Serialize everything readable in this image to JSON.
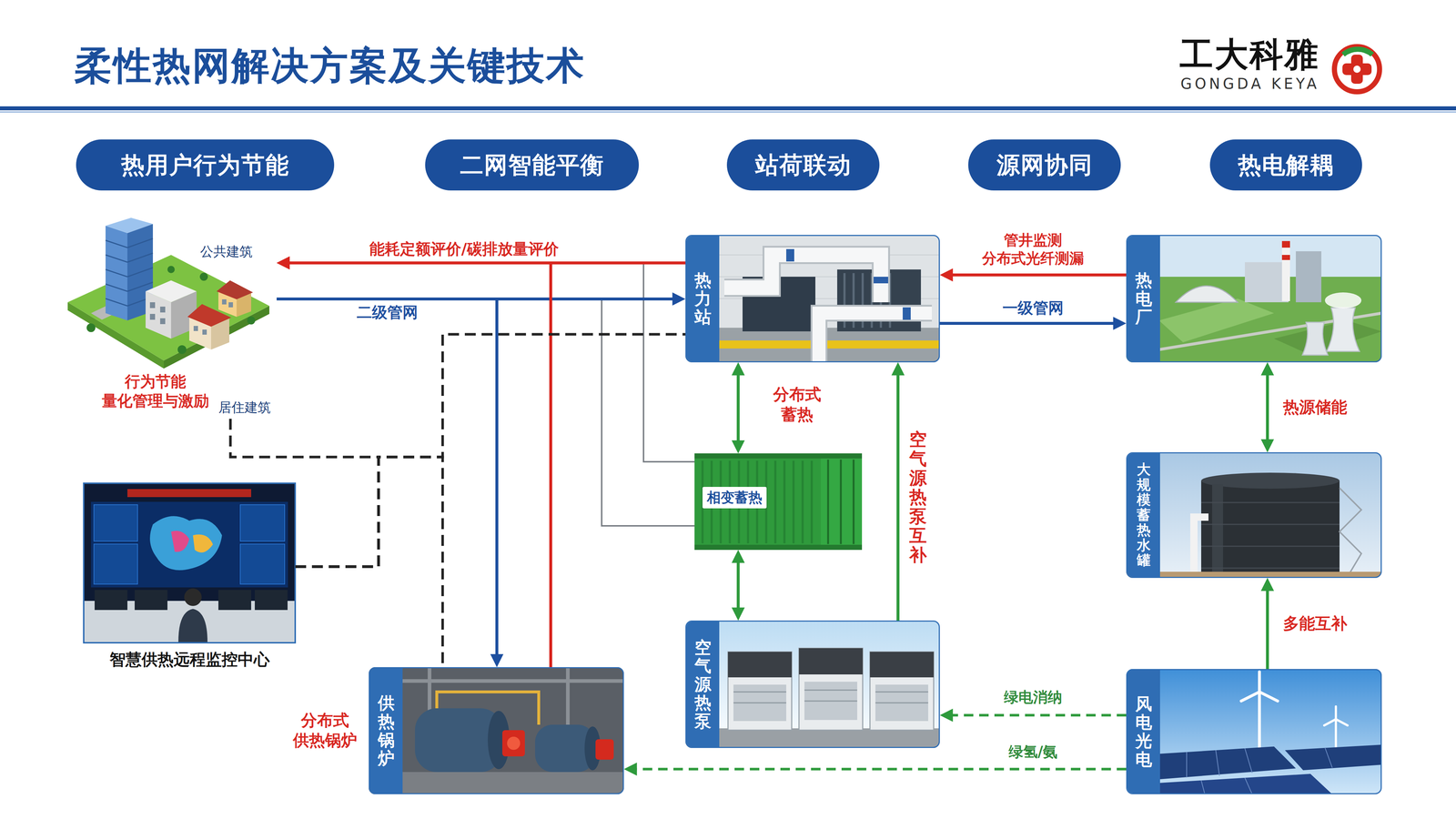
{
  "diagram": {
    "title": "柔性热网解决方案及关键技术",
    "nodes": [
      {
        "text": [
          "热用户行为节能"
        ]
      },
      {
        "text": [
          "二网智能平衡"
        ]
      },
      {
        "text": [
          "站荷联动"
        ]
      },
      {
        "text": [
          "源网协同"
        ]
      },
      {
        "text": [
          "热电解耦"
        ]
      },
      {
        "text": [
          "公共建筑",
          "居住建筑"
        ]
      },
      {
        "text": [
          "热力站"
        ]
      },
      {
        "text": [
          "热电厂"
        ]
      },
      {
        "text": [
          "智慧供热远程监控中心"
        ]
      },
      {
        "text": [
          "相变蓄热"
        ]
      },
      {
        "text": [
          "大规模蓄热水罐"
        ]
      },
      {
        "text": [
          "空气源热泵"
        ]
      },
      {
        "text": [
          "供热锅炉"
        ]
      },
      {
        "text": [
          "风电光电"
        ]
      }
    ],
    "edges": [
      {
        "from": 6,
        "to": 5,
        "arrow": "to",
        "label": "能耗定额评价/碳排放量评价"
      },
      {
        "from": 5,
        "to": 6,
        "arrow": "to",
        "label": "二级管网"
      },
      {
        "from": 7,
        "to": 6,
        "arrow": "to",
        "label": "管井监测 分布式光纤测漏"
      },
      {
        "from": 6,
        "to": 7,
        "arrow": "to",
        "label": "一级管网"
      },
      {
        "from": 6,
        "to": 9,
        "arrow": "both",
        "label": "分布式 蓄热"
      },
      {
        "from": 9,
        "to": 11,
        "arrow": "both"
      },
      {
        "from": 11,
        "to": 6,
        "arrow": "to",
        "label": "空气源热泵互补"
      },
      {
        "from": 7,
        "to": 10,
        "arrow": "both",
        "label": "热源储能"
      },
      {
        "from": 13,
        "to": 10,
        "arrow": "to",
        "label": "多能互补"
      },
      {
        "from": 13,
        "to": 11,
        "arrow": "to",
        "label": "绿电消纳"
      },
      {
        "from": 13,
        "to": 12,
        "arrow": "to",
        "label": "绿氢/氨"
      },
      {
        "from": 12,
        "to": 5,
        "arrow": "to"
      },
      {
        "from": 5,
        "to": 12,
        "arrow": "to"
      },
      {
        "from": 8,
        "to": 5,
        "arrow": "none"
      },
      {
        "from": 8,
        "to": 6,
        "arrow": "none"
      },
      {
        "from": 8,
        "to": 12,
        "arrow": "none"
      }
    ],
    "labels": [
      "工大科雅",
      "GONGDA KEYA",
      "行为节能 量化管理与激励",
      "分布式 供热锅炉"
    ]
  }
}
